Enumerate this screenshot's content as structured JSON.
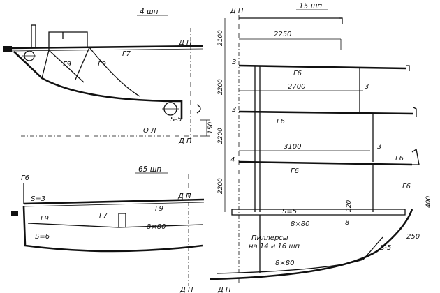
{
  "views": {
    "frame4": {
      "title": "4 шп",
      "flange_left": "Г9",
      "flange_mid": "Г9",
      "flange_top": "Г7",
      "plate": "S-5",
      "dp": "Д П",
      "ol": "О Л",
      "dp_low": "Д П",
      "height": "150"
    },
    "frame65": {
      "title": "65 шп",
      "g6": "Г6",
      "s3": "S=3",
      "dp": "Д П",
      "g9": "Г9",
      "g7": "Г7",
      "g9b": "Г9",
      "s6": "S=6",
      "size": "8×80",
      "dp_bottom": "Д П"
    },
    "frame15": {
      "title": "15 шп",
      "dp_top": "Д П",
      "dims": {
        "d2250": "2250",
        "d2700": "2700",
        "d3100": "3100"
      },
      "vdims": {
        "v2100": "2100",
        "v2200a": "2200",
        "v2200b": "2200",
        "v2200c": "2200"
      },
      "deck_marks": {
        "m3a": "3",
        "m3b": "3",
        "m3c": "3",
        "m4": "4",
        "m3d": "3"
      },
      "flanges": {
        "g6a": "Г6",
        "g6b": "Г6",
        "g6c": "Г6",
        "g6d": "Г6",
        "g6e": "Г6"
      },
      "plate": "S=5",
      "size1": "8×80",
      "size2": "8×80",
      "v220": "220",
      "v400": "400",
      "d250": "250",
      "s5": "S-5",
      "n8": "8",
      "pillars_line1": "Пиллерсы",
      "pillars_line2": "на 14 и 16 шп",
      "dp_bottom": "Д П"
    }
  }
}
